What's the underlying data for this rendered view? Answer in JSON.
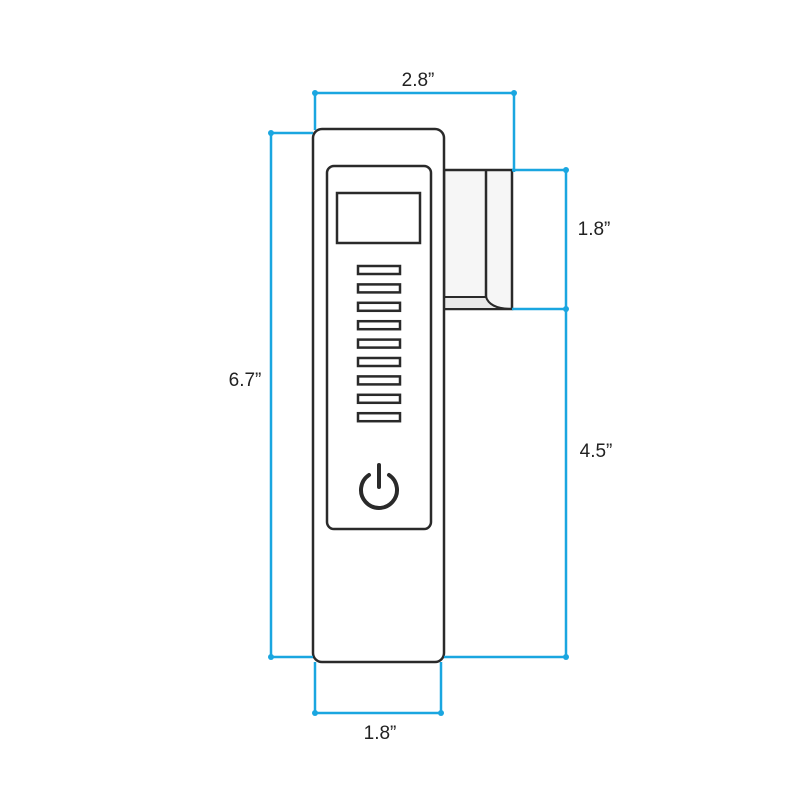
{
  "dimensions": {
    "top_width": "2.8”",
    "height_total": "6.7”",
    "bracket_height": "1.8”",
    "lower_height": "4.5”",
    "bottom_width": "1.8”"
  },
  "indicator": {
    "bar_count": 9
  },
  "colors": {
    "dimension_line": "#1aa6e0",
    "outline": "#2a2a2a",
    "text": "#222222"
  }
}
